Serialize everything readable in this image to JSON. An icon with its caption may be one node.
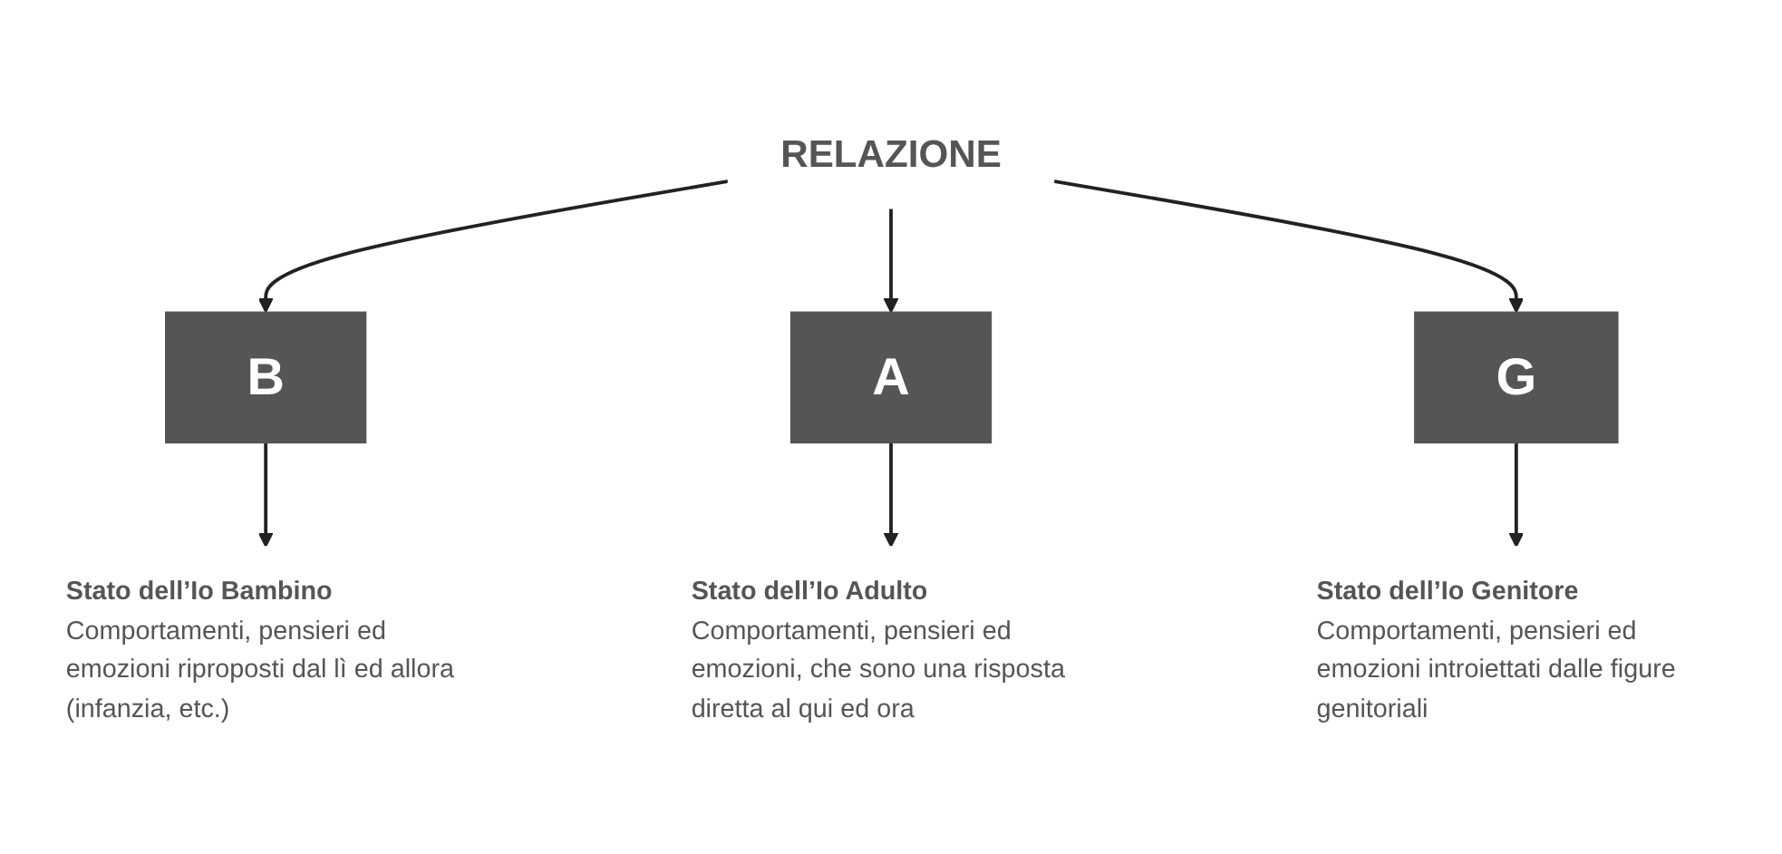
{
  "diagram": {
    "nodes": [
      {
        "text": [
          "RELAZIONE"
        ]
      },
      {
        "text": [
          "B"
        ]
      },
      {
        "text": [
          "A"
        ]
      },
      {
        "text": [
          "G"
        ]
      },
      {
        "text": [
          "Stato dell’Io Bambino",
          "Comportamenti, pensieri ed emozioni riproposti dal lì ed allora (infanzia, etc.)"
        ]
      },
      {
        "text": [
          "Stato dell’Io Adulto",
          "Comportamenti, pensieri ed emozioni, che sono una risposta diretta al qui ed ora"
        ]
      },
      {
        "text": [
          "Stato dell’Io Genitore",
          "Comportamenti, pensieri ed emozioni introiettati dalle figure genitoriali"
        ]
      }
    ],
    "edges": [
      {
        "from": 0,
        "to": 1,
        "arrow": "to"
      },
      {
        "from": 0,
        "to": 2,
        "arrow": "to"
      },
      {
        "from": 0,
        "to": 3,
        "arrow": "to"
      },
      {
        "from": 1,
        "to": 4,
        "arrow": "to"
      },
      {
        "from": 2,
        "to": 5,
        "arrow": "to"
      },
      {
        "from": 3,
        "to": 6,
        "arrow": "to"
      }
    ]
  }
}
